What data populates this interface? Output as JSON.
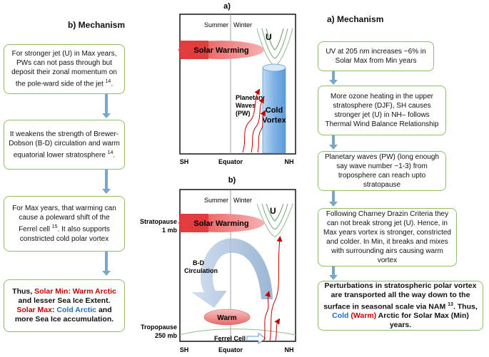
{
  "left": {
    "header": "b) Mechanism",
    "boxes": [
      {
        "pre": "For stronger jet (U) in Max years, PWs can not pass through but deposit their zonal momentum on the pole-ward side of the jet",
        "ref": "14",
        "post": "."
      },
      {
        "pre": "It weakens the strength of Brewer- Dobson (B-D) circulation and warm equatorial lower stratosphere",
        "ref": "14",
        "post": "."
      },
      {
        "pre": "For Max years, that warming can cause a poleward shift of the Ferrel cell",
        "ref": "15",
        "post": ". It also supports constricted cold polar vortex"
      }
    ],
    "summary": {
      "p1": "Thus, ",
      "p2": "Solar Min: Warm Arctic",
      "p3": " and lesser Sea Ice Extent. ",
      "p4": "Solar Max",
      "p5": ": ",
      "p6": "Cold Arctic",
      "p7": " and more Sea Ice accumulation."
    }
  },
  "right": {
    "header": "a) Mechanism",
    "boxes": [
      "UV at 205 nm increases ~6% in Solar Max from Min years",
      "More ozone heating in the upper stratosphere (DJF), SH causes stronger jet (U) in NH– follows Thermal Wind Balance Relationship",
      "Planetary waves (PW) (long enough say wave number ~1-3) from troposphere can reach upto stratopause",
      "Following Charney Drazin Criteria they can not break strong jet (U). Hence, in Max years vortex is stronger, constricted and colder. In Min, it breaks and mixes with surrounding airs causing warm vortex"
    ],
    "summary": {
      "p1": "Perturbations in stratospheric polar vortex are transported all the way down to the surface in seasonal scale via NAM",
      "ref": "13",
      "p2": ". Thus, ",
      "p3": "Cold",
      "p4": " (Warm)",
      "p5": " Arctic for Solar Max (Min) years."
    }
  },
  "diagram_a": {
    "title": "a)",
    "summer": "Summer",
    "winter": "Winter",
    "u": "U",
    "solar_warming": "Solar Warming",
    "planetary_waves": "Planetary\nWaves\n(PW)",
    "cold_vortex": "Cold\nVortex",
    "sh": "SH",
    "equator": "Equator",
    "nh": "NH"
  },
  "diagram_b": {
    "title": "b)",
    "summer": "Summer",
    "winter": "Winter",
    "u": "U",
    "stratopause": "Stratopause\n1 mb",
    "solar_warming": "Solar Warming",
    "bd": "B-D\nCirculation",
    "warm": "Warm",
    "tropopause": "Tropopause\n250 mb",
    "ferrel": "Ferrel Cell",
    "sh": "SH",
    "equator": "Equator",
    "nh": "NH"
  },
  "colors": {
    "box_border": "#8fbf6a",
    "arrow": "#7aa7c7",
    "red": "#c00000",
    "blue": "#1f6fbf"
  }
}
